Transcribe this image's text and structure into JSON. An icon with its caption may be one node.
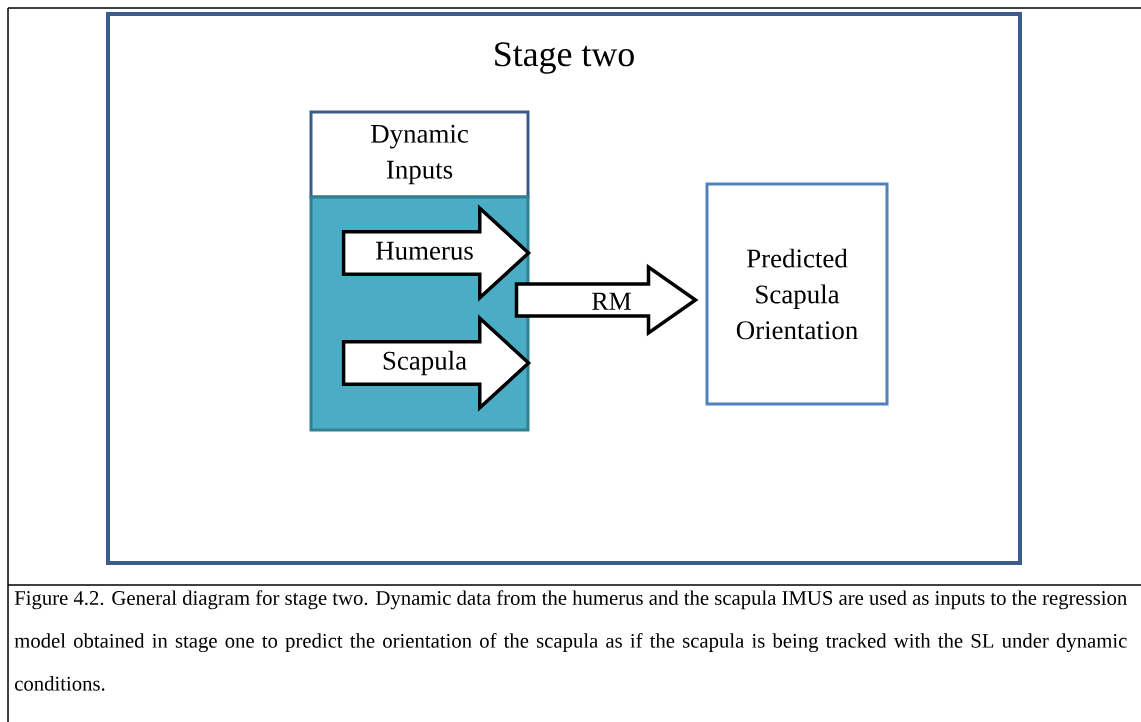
{
  "diagram": {
    "caption": "Figure 4.2. General diagram for stage two. Dynamic data from the humerus and the scapula IMUS are used as inputs to the regression model obtained in stage one to predict the orientation of the scapula as if the scapula is being tracked with the SL under dynamic conditions.",
    "nodes": [
      {
        "text": [
          "Stage two"
        ]
      },
      {
        "text": [
          "Dynamic Inputs"
        ],
        "in": 0
      },
      {
        "text": [],
        "shape": "box",
        "in": 0
      },
      {
        "text": [
          "Humerus"
        ],
        "in": 2
      },
      {
        "text": [
          "Scapula"
        ],
        "in": 2
      },
      {
        "text": [
          "Predicted Scapula Orientation"
        ],
        "in": 0
      }
    ],
    "edges": [
      {
        "from": 2,
        "to": 5,
        "arrow": "to",
        "label": "RM"
      }
    ]
  }
}
